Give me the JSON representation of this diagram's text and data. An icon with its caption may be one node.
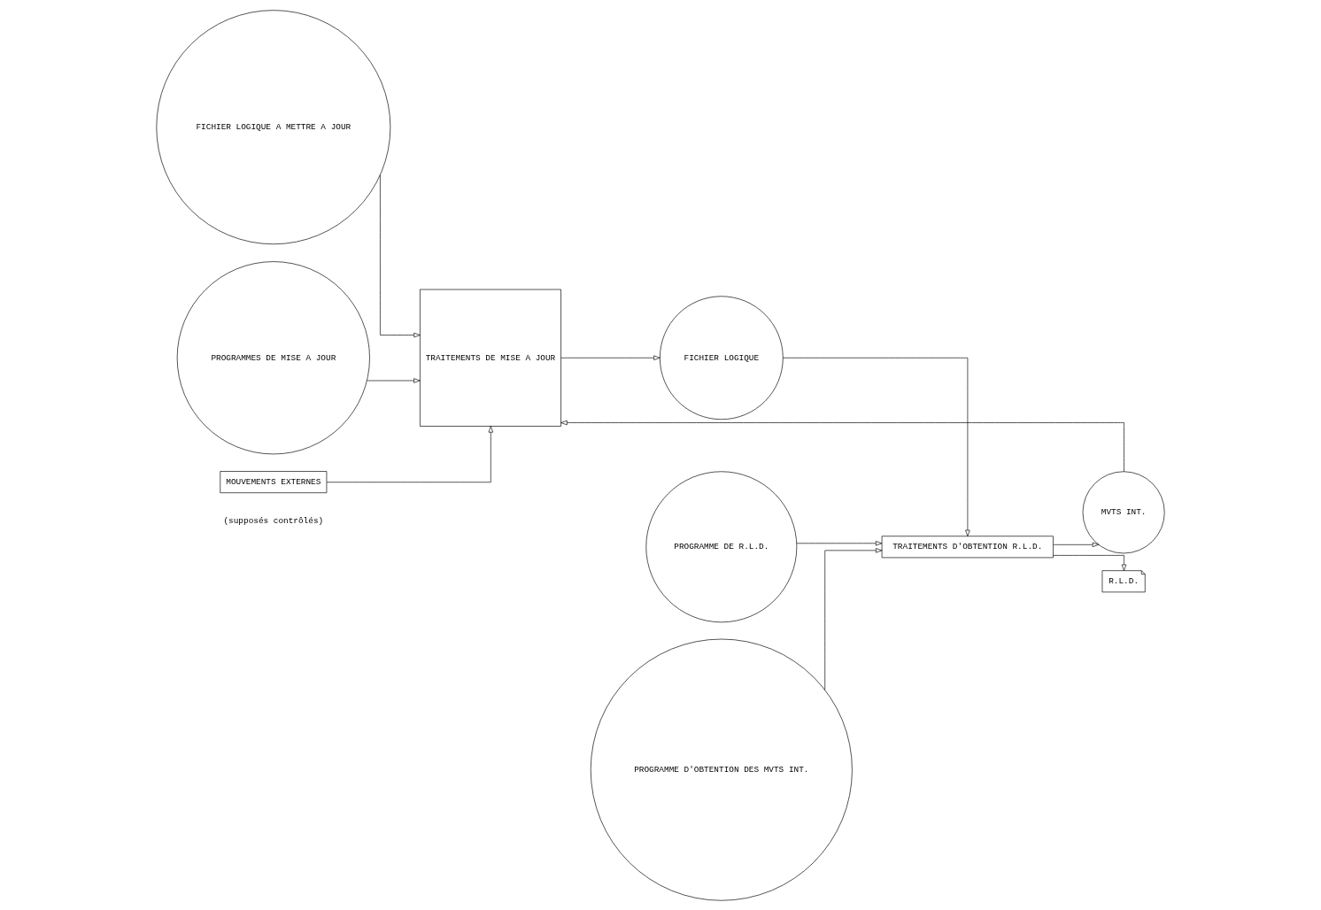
{
  "diagram": {
    "nodes": [
      {
        "text": [
          "FICHIER LOGIQUE A METTRE A JOUR"
        ]
      },
      {
        "text": [
          "PROGRAMMES DE MISE A JOUR"
        ]
      },
      {
        "text": [
          "MOUVEMENTS EXTERNES"
        ],
        "beside": [
          "(supposés contrôlés)"
        ]
      },
      {
        "text": [
          "TRAITEMENTS DE MISE A JOUR"
        ]
      },
      {
        "text": [
          "FICHIER LOGIQUE"
        ]
      },
      {
        "text": [
          "PROGRAMME DE R.L.D."
        ]
      },
      {
        "text": [
          "PROGRAMME D'OBTENTION DES MVTS INT."
        ]
      },
      {
        "text": [
          "TRAITEMENTS D'OBTENTION R.L.D."
        ]
      },
      {
        "text": [
          "MVTS INT."
        ]
      },
      {
        "text": [
          "R.L.D."
        ]
      }
    ],
    "edges": [
      {
        "from": 0,
        "to": 3,
        "arrow": "to"
      },
      {
        "from": 1,
        "to": 3,
        "arrow": "to"
      },
      {
        "from": 2,
        "to": 3,
        "arrow": "to"
      },
      {
        "from": 3,
        "to": 4,
        "arrow": "to"
      },
      {
        "from": 4,
        "to": 7,
        "arrow": "to"
      },
      {
        "from": 5,
        "to": 7,
        "arrow": "to"
      },
      {
        "from": 6,
        "to": 7,
        "arrow": "to"
      },
      {
        "from": 7,
        "to": 8,
        "arrow": "to"
      },
      {
        "from": 7,
        "to": 9,
        "arrow": "to"
      },
      {
        "from": 8,
        "to": 3,
        "arrow": "to"
      }
    ]
  }
}
